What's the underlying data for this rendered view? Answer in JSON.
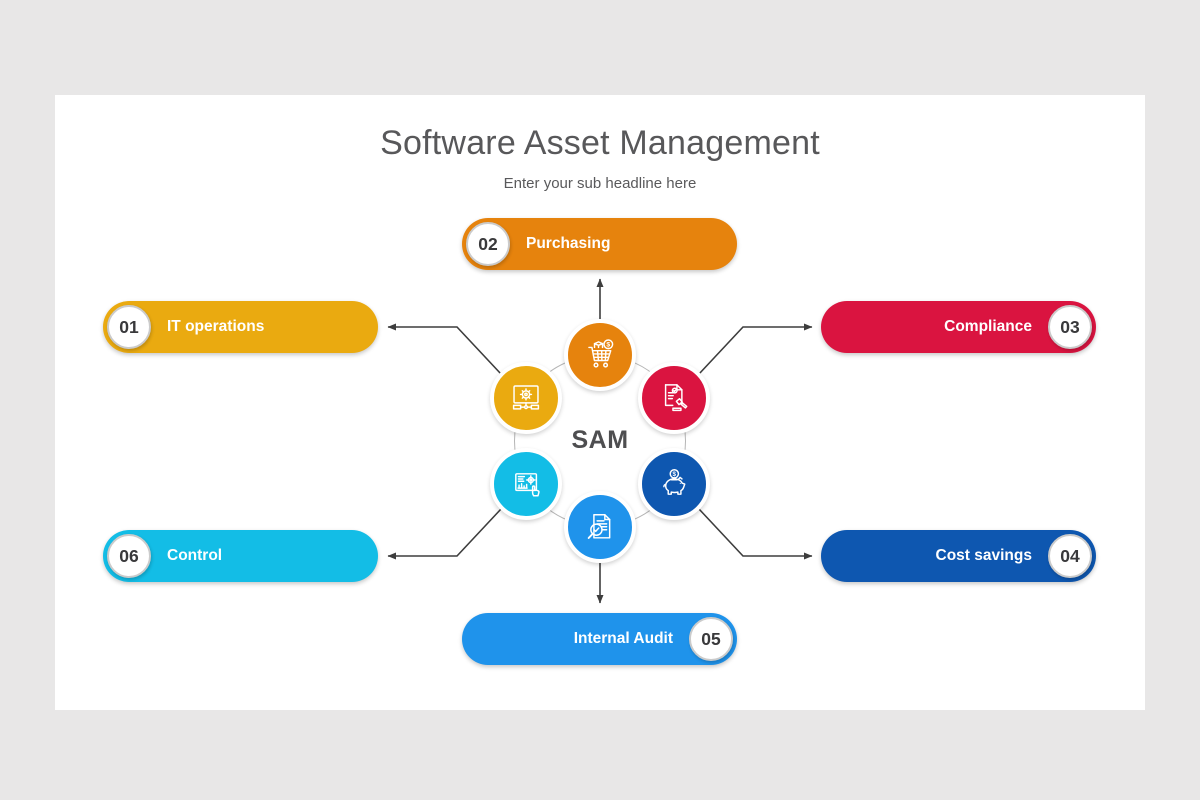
{
  "slide": {
    "background_color": "#e8e7e7",
    "card_color": "#ffffff",
    "line_color": "#3d3d3d"
  },
  "header": {
    "title": "Software Asset Management",
    "subtitle": "Enter your sub headline here"
  },
  "hub": {
    "label": "SAM"
  },
  "nodes": [
    {
      "number": "01",
      "label": "IT operations",
      "color": "#EAAA10",
      "icon": "monitor-gear-network-icon",
      "position": "middle-left"
    },
    {
      "number": "02",
      "label": "Purchasing",
      "color": "#E6830D",
      "icon": "shopping-cart-dollar-icon",
      "position": "top-center"
    },
    {
      "number": "03",
      "label": "Compliance",
      "color": "#DA1440",
      "icon": "document-gavel-icon",
      "position": "middle-right"
    },
    {
      "number": "04",
      "label": "Cost savings",
      "color": "#0E57B0",
      "icon": "piggy-bank-coin-icon",
      "position": "lower-right"
    },
    {
      "number": "05",
      "label": "Internal Audit",
      "color": "#1F93EB",
      "icon": "document-magnifier-check-icon",
      "position": "bottom-center"
    },
    {
      "number": "06",
      "label": "Control",
      "color": "#13BDE6",
      "icon": "tablet-chart-hand-icon",
      "position": "lower-left"
    }
  ]
}
